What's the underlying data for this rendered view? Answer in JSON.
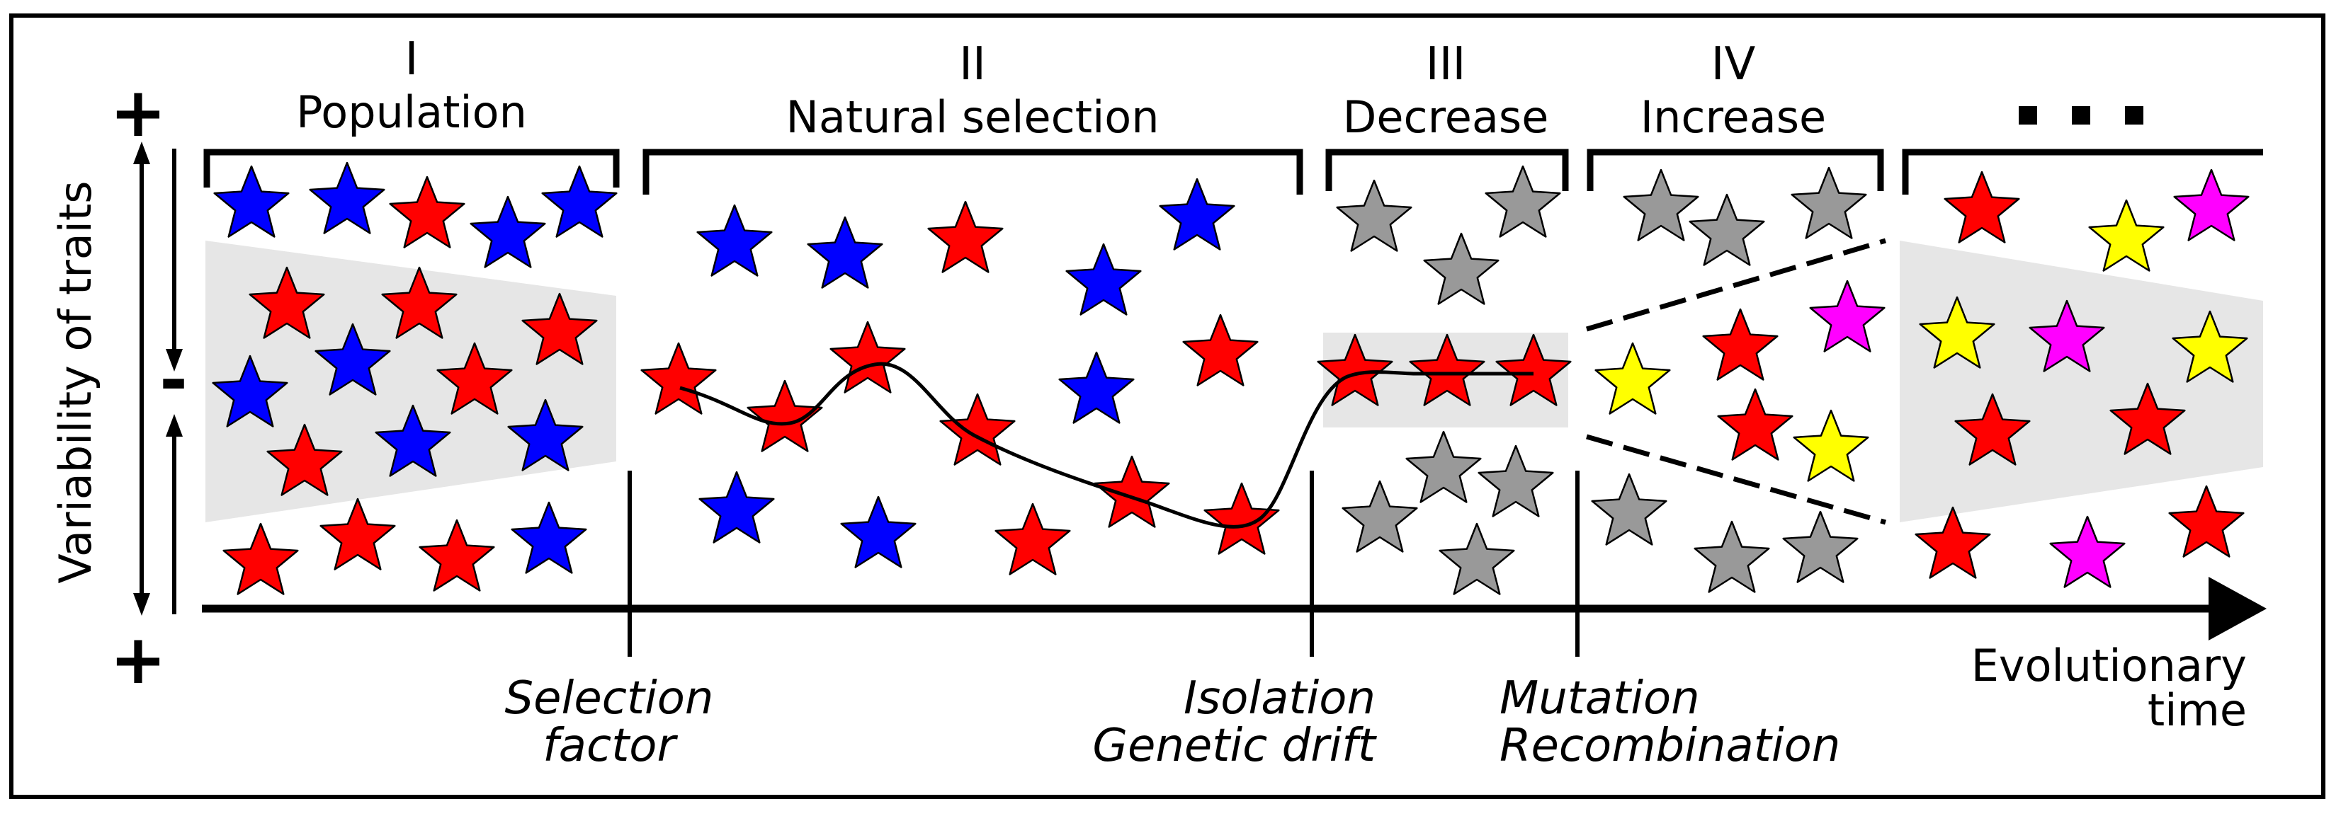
{
  "stages": [
    {
      "numeral": "I",
      "label": "Population"
    },
    {
      "numeral": "II",
      "label": "Natural selection"
    },
    {
      "numeral": "III",
      "label": "Decrease"
    },
    {
      "numeral": "IV",
      "label": "Increase"
    },
    {
      "numeral": "",
      "label": ""
    }
  ],
  "axis": {
    "y_label": "Variability of traits",
    "y_top_sign": "+",
    "y_mid_sign": "-",
    "y_bottom_sign": "+",
    "x_label_line1": "Evolutionary",
    "x_label_line2": "time"
  },
  "transitions": [
    {
      "line1": "Selection",
      "line2": "factor"
    },
    {
      "line1": "Isolation",
      "line2": "Genetic drift"
    },
    {
      "line1": "Mutation",
      "line2": "Recombination"
    }
  ],
  "colors": {
    "red": "#ff0000",
    "blue": "#0000ff",
    "gray": "#999999",
    "yellow": "#ffff00",
    "magenta": "#ff00ff",
    "band": "#e6e6e6"
  }
}
